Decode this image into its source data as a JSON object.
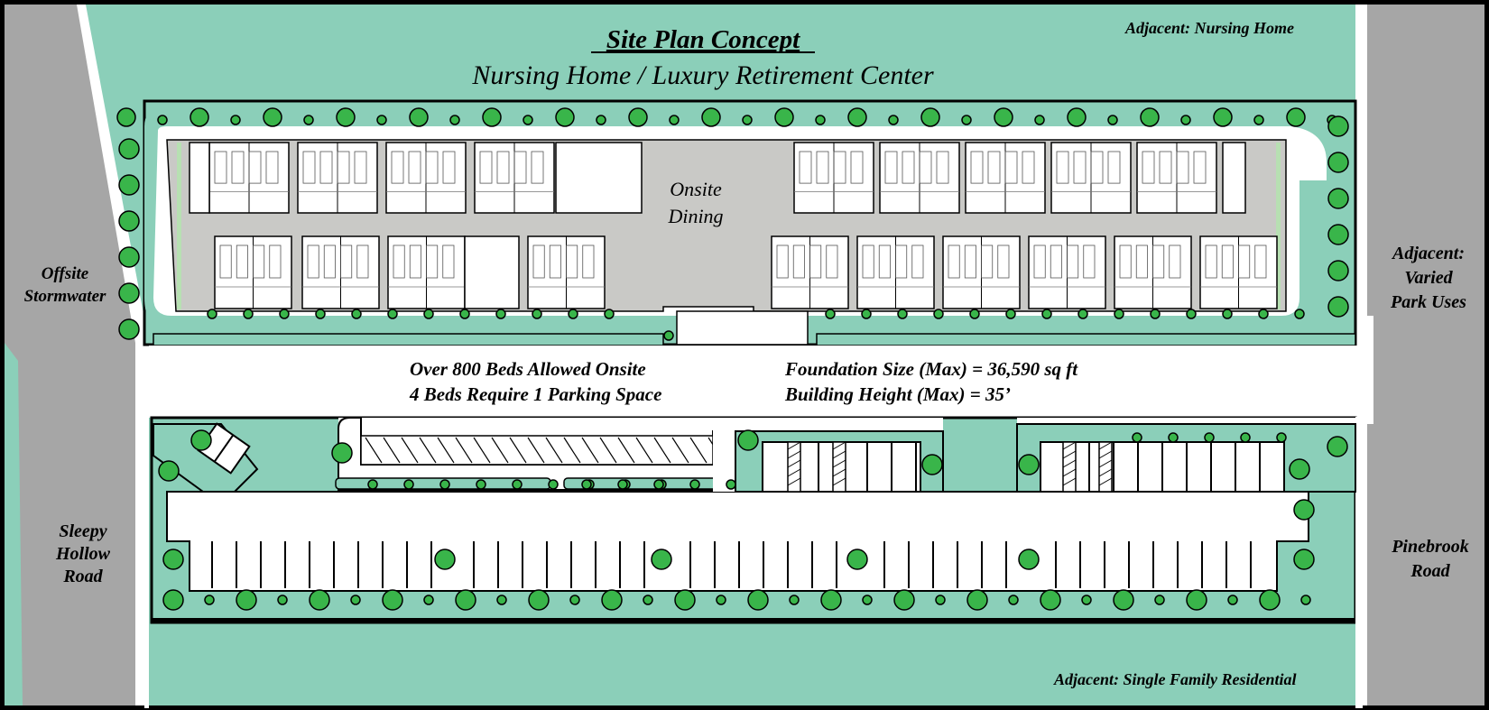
{
  "title": "Site Plan Concept",
  "subtitle": "Nursing Home / Luxury Retirement Center",
  "labels": {
    "adjacent_north": "Adjacent:  Nursing Home",
    "adjacent_south": "Adjacent:  Single Family Residential",
    "adjacent_east": [
      "Adjacent:",
      "Varied",
      "Park Uses"
    ],
    "offsite_stormwater": [
      "Offsite",
      "Stormwater"
    ],
    "west_road": [
      "Sleepy",
      "Hollow",
      "Road"
    ],
    "east_road": [
      "Pinebrook",
      "Road"
    ],
    "dining": [
      "Onsite",
      "Dining"
    ]
  },
  "notes": {
    "beds": "Over 800 Beds Allowed Onsite",
    "parking": "4 Beds Require 1 Parking Space",
    "foundation": "Foundation Size (Max)  =  36,590 sq ft",
    "height": "Building Height (Max)  =  35’"
  },
  "colors": {
    "green": "#8bcfb9",
    "road": "#a6a6a6",
    "building": "#c9c9c6",
    "tree": "#39b54a",
    "frame": "#000000"
  }
}
